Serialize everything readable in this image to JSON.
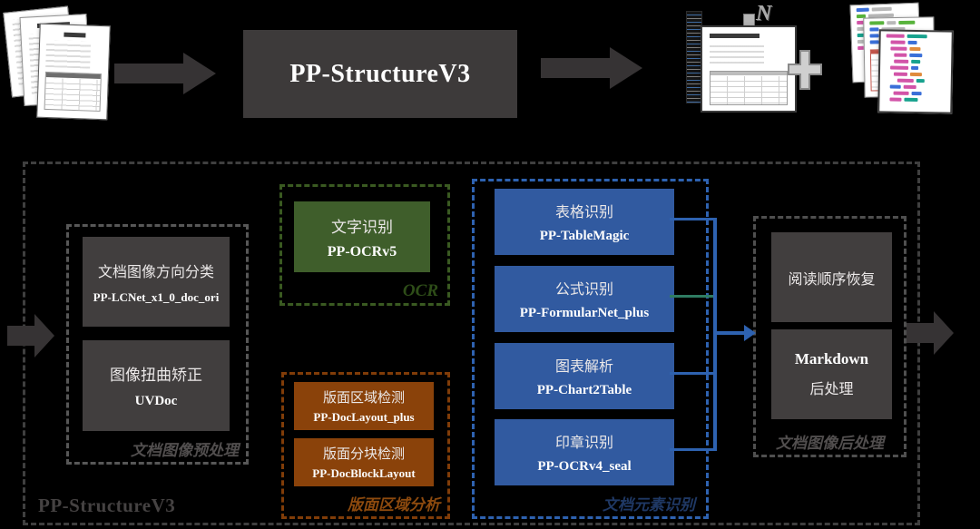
{
  "header": {
    "main_box_label": "PP-StructureV3",
    "markdown_icon": "N",
    "plus_icon": "plus"
  },
  "pipeline": {
    "outer_label": "PP-StructureV3",
    "preprocess": {
      "group_label": "文档图像预处理",
      "box1_title": "文档图像方向分类",
      "box1_model": "PP-LCNet_x1_0_doc_ori",
      "box2_title": "图像扭曲矫正",
      "box2_model": "UVDoc"
    },
    "ocr": {
      "group_label": "OCR",
      "box1_title": "文字识别",
      "box1_model": "PP-OCRv5"
    },
    "layout": {
      "group_label": "版面区域分析",
      "box1_title": "版面区域检测",
      "box1_model": "PP-DocLayout_plus",
      "box2_title": "版面分块检测",
      "box2_model": "PP-DocBlockLayout"
    },
    "elements": {
      "group_label": "文档元素识别",
      "box1_title": "表格识别",
      "box1_model": "PP-TableMagic",
      "box2_title": "公式识别",
      "box2_model": "PP-FormularNet_plus",
      "box3_title": "图表解析",
      "box3_model": "PP-Chart2Table",
      "box4_title": "印章识别",
      "box4_model": "PP-OCRv4_seal"
    },
    "postprocess": {
      "group_label": "文档图像后处理",
      "box1_title": "阅读顺序恢复",
      "box2_title": "Markdown",
      "box2_subtitle": "后处理"
    }
  },
  "colors": {
    "background": "#000000",
    "dark_box": "#413e3e",
    "main_box": "#3d3a3a",
    "green_box": "#3f5e2b",
    "orange_box": "#8a420a",
    "blue_box": "#315aa0",
    "blue_connector": "#2e62b0",
    "green_connector": "#2f7c62",
    "outer_dash": "#3f3f3f"
  }
}
